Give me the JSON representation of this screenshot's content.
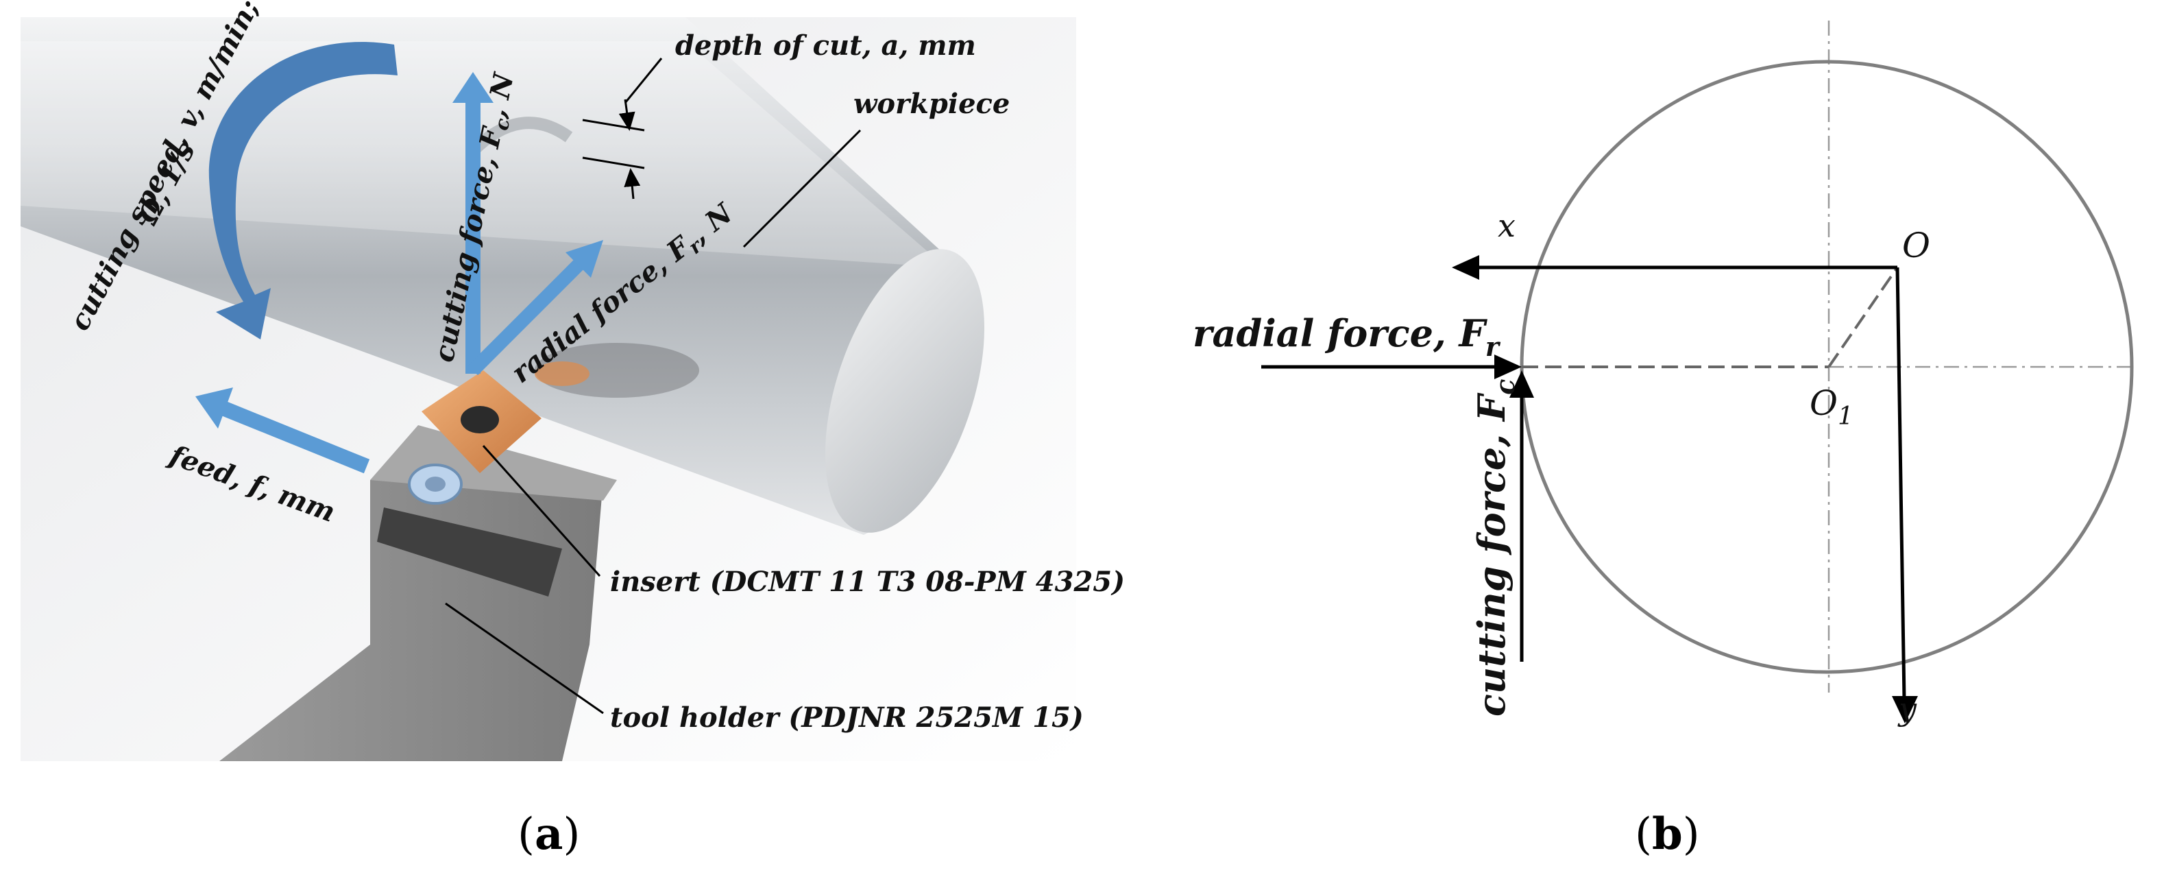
{
  "panel_a": {
    "caption_open": "(",
    "caption_letter": "a",
    "caption_close": ")",
    "labels": {
      "cutting_speed_line1": "cutting speed, v, m/min;",
      "cutting_speed_line2": "Ω, 1/s",
      "cutting_force_main": "cutting force, F",
      "cutting_force_sub": "c",
      "cutting_force_unit": ", N",
      "radial_force_main": "radial force, F",
      "radial_force_sub": "r",
      "radial_force_unit": ", N",
      "depth_of_cut": "depth of cut, a, mm",
      "workpiece": "workpiece",
      "feed": "feed, f, mm",
      "insert": "insert (DCMT 11 T3 08-PM 4325)",
      "tool_holder": "tool holder (PDJNR 2525M 15)"
    },
    "colors": {
      "arrow_blue": "#5b9bd5",
      "insert_copper": "#d9925a",
      "workpiece_steel": "#c9cdd1",
      "holder_gray": "#8c8c8c"
    }
  },
  "panel_b": {
    "caption_open": "(",
    "caption_letter": "b",
    "caption_close": ")",
    "labels": {
      "x_axis": "x",
      "y_axis": "y",
      "origin": "O",
      "center_main": "O",
      "center_sub": "1",
      "radial_force_main": "radial force, F",
      "radial_force_sub": "r",
      "cutting_force_main": "cutting force, F",
      "cutting_force_sub": "c"
    },
    "colors": {
      "circle": "#7f7f7f",
      "centerline": "#9a9a9a",
      "arrow": "#000000"
    }
  }
}
